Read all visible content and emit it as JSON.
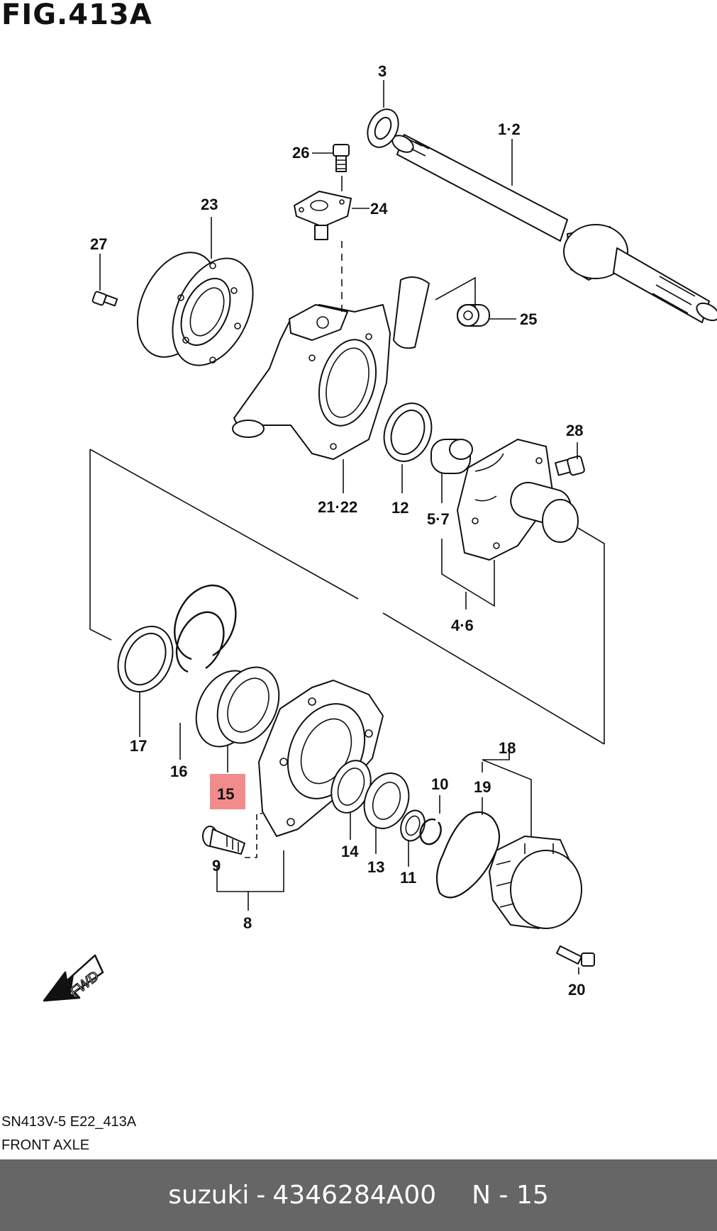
{
  "figure": {
    "title": "FIG.413A"
  },
  "labels": [
    {
      "id": "3",
      "text": "3"
    },
    {
      "id": "1-2",
      "text": "1·2"
    },
    {
      "id": "26",
      "text": "26"
    },
    {
      "id": "24",
      "text": "24"
    },
    {
      "id": "23",
      "text": "23"
    },
    {
      "id": "27",
      "text": "27"
    },
    {
      "id": "25",
      "text": "25"
    },
    {
      "id": "28",
      "text": "28"
    },
    {
      "id": "21-22",
      "text": "21·22"
    },
    {
      "id": "12",
      "text": "12"
    },
    {
      "id": "5-7",
      "text": "5·7"
    },
    {
      "id": "4-6",
      "text": "4·6"
    },
    {
      "id": "17",
      "text": "17"
    },
    {
      "id": "16",
      "text": "16"
    },
    {
      "id": "15",
      "text": "15"
    },
    {
      "id": "18",
      "text": "18"
    },
    {
      "id": "19",
      "text": "19"
    },
    {
      "id": "10",
      "text": "10"
    },
    {
      "id": "14",
      "text": "14"
    },
    {
      "id": "13",
      "text": "13"
    },
    {
      "id": "11",
      "text": "11"
    },
    {
      "id": "9",
      "text": "9"
    },
    {
      "id": "8",
      "text": "8"
    },
    {
      "id": "20",
      "text": "20"
    }
  ],
  "highlight": {
    "part": "15",
    "color": "#f28c8c"
  },
  "fwd_label": "FWD",
  "diagram_code": "SN413V-5 E22_413A",
  "caption": "FRONT AXLE",
  "footer": {
    "brand": "suzuki",
    "separator": "-",
    "part_number": "4346284A00",
    "page": "N - 15",
    "background": "#666666"
  }
}
